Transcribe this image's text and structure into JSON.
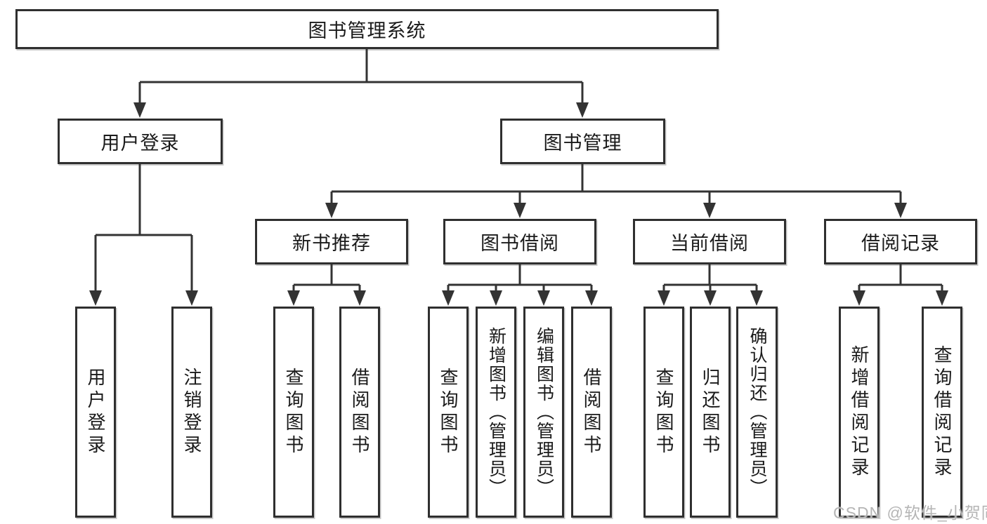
{
  "tree": {
    "root": {
      "label": "图书管理系统"
    },
    "branches": [
      {
        "label": "用户登录",
        "children": [
          {
            "label": "用户登录"
          },
          {
            "label": "注销登录"
          }
        ]
      },
      {
        "label": "图书管理",
        "children": [
          {
            "label": "新书推荐",
            "children": [
              {
                "label": "查询图书"
              },
              {
                "label": "借阅图书"
              }
            ]
          },
          {
            "label": "图书借阅",
            "children": [
              {
                "label": "查询图书"
              },
              {
                "label": "新增图书（管理员）"
              },
              {
                "label": "编辑图书（管理员）"
              },
              {
                "label": "借阅图书"
              }
            ]
          },
          {
            "label": "当前借阅",
            "children": [
              {
                "label": "查询图书"
              },
              {
                "label": "归还图书"
              },
              {
                "label": "确认归还（管理员）"
              }
            ]
          },
          {
            "label": "借阅记录",
            "children": [
              {
                "label": "新增借阅记录"
              },
              {
                "label": "查询借阅记录"
              }
            ]
          }
        ]
      }
    ]
  },
  "watermark": {
    "text": "CSDN @软件_小贺同学"
  },
  "colors": {
    "line": "#333333",
    "border": "#2f2f2f",
    "text": "#1a1a1a",
    "watermark": "#b5b5b5",
    "background": "#ffffff"
  }
}
